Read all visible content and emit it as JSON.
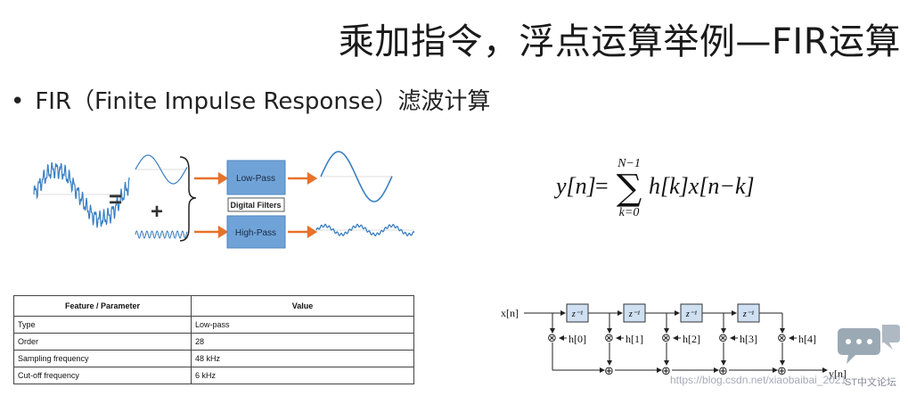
{
  "slide": {
    "title": "乘加指令，浮点运算举例—FIR运算",
    "bullet_marker": "•",
    "bullet_text": "FIR（Finite Impulse Response）滤波计算"
  },
  "filter_diagram": {
    "equals": "=",
    "plus": "+",
    "low_pass": "Low-Pass",
    "digital_filters": "Digital Filters",
    "high_pass": "High-Pass"
  },
  "formula": {
    "lhs": "y[n]",
    "equals": "=",
    "upper": "N−1",
    "sum": "∑",
    "lower": "k=0",
    "rhs": "h[k]x[n−k]"
  },
  "table": {
    "headers": [
      "Feature / Parameter",
      "Value"
    ],
    "rows": [
      [
        "Type",
        "Low-pass"
      ],
      [
        "Order",
        "28"
      ],
      [
        "Sampling frequency",
        "48 kHz"
      ],
      [
        "Cut-off frequency",
        "6 kHz"
      ]
    ]
  },
  "fir_structure": {
    "input": "x[n]",
    "output": "y[n]",
    "delay": "z⁻¹",
    "coeffs": [
      "h[0]",
      "h[1]",
      "h[2]",
      "h[3]",
      "h[4]"
    ],
    "multiply_symbol": "⊗",
    "add_symbol": "⊕"
  },
  "watermark": {
    "url": "https://blog.csdn.net/xiaobaibai_2021",
    "forum": "ST中文论坛"
  },
  "colors": {
    "filter_box": "#6fa3d8",
    "arrow": "#e8722a",
    "wave": "#3a7fc1",
    "delay_box": "#cfe0f2"
  }
}
